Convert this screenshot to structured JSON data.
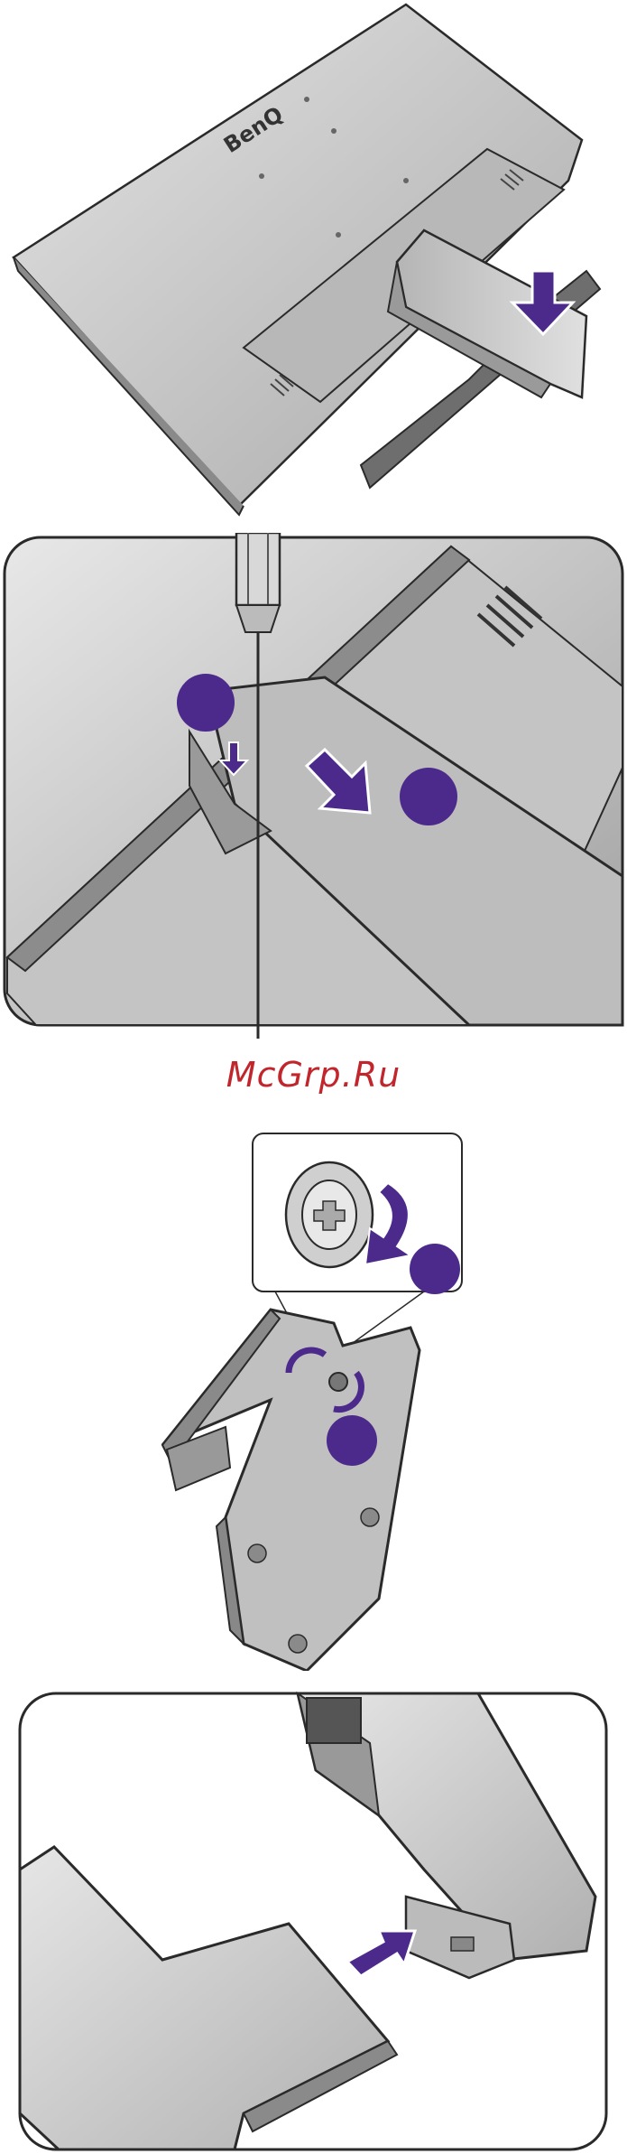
{
  "brand": {
    "logo_text": "BenQ"
  },
  "watermark": {
    "text": "McGrp.Ru"
  },
  "colors": {
    "accent": "#4b2a8c",
    "monitor_body": "#c8c8c8",
    "outline": "#2a2a2a",
    "watermark": "#c0262c"
  },
  "figures": [
    {
      "step_icons": [
        "down-arrow-icon"
      ]
    },
    {
      "step_icons": [
        "screwdriver-icon",
        "step-circle-1",
        "step-circle-2",
        "down-arrow-icon",
        "slide-arrow-icon"
      ]
    },
    {
      "step_icons": [
        "step-circle-1",
        "step-circle-2",
        "rotate-arrow-icon"
      ]
    },
    {
      "step_icons": [
        "insert-arrow-icon"
      ]
    }
  ]
}
